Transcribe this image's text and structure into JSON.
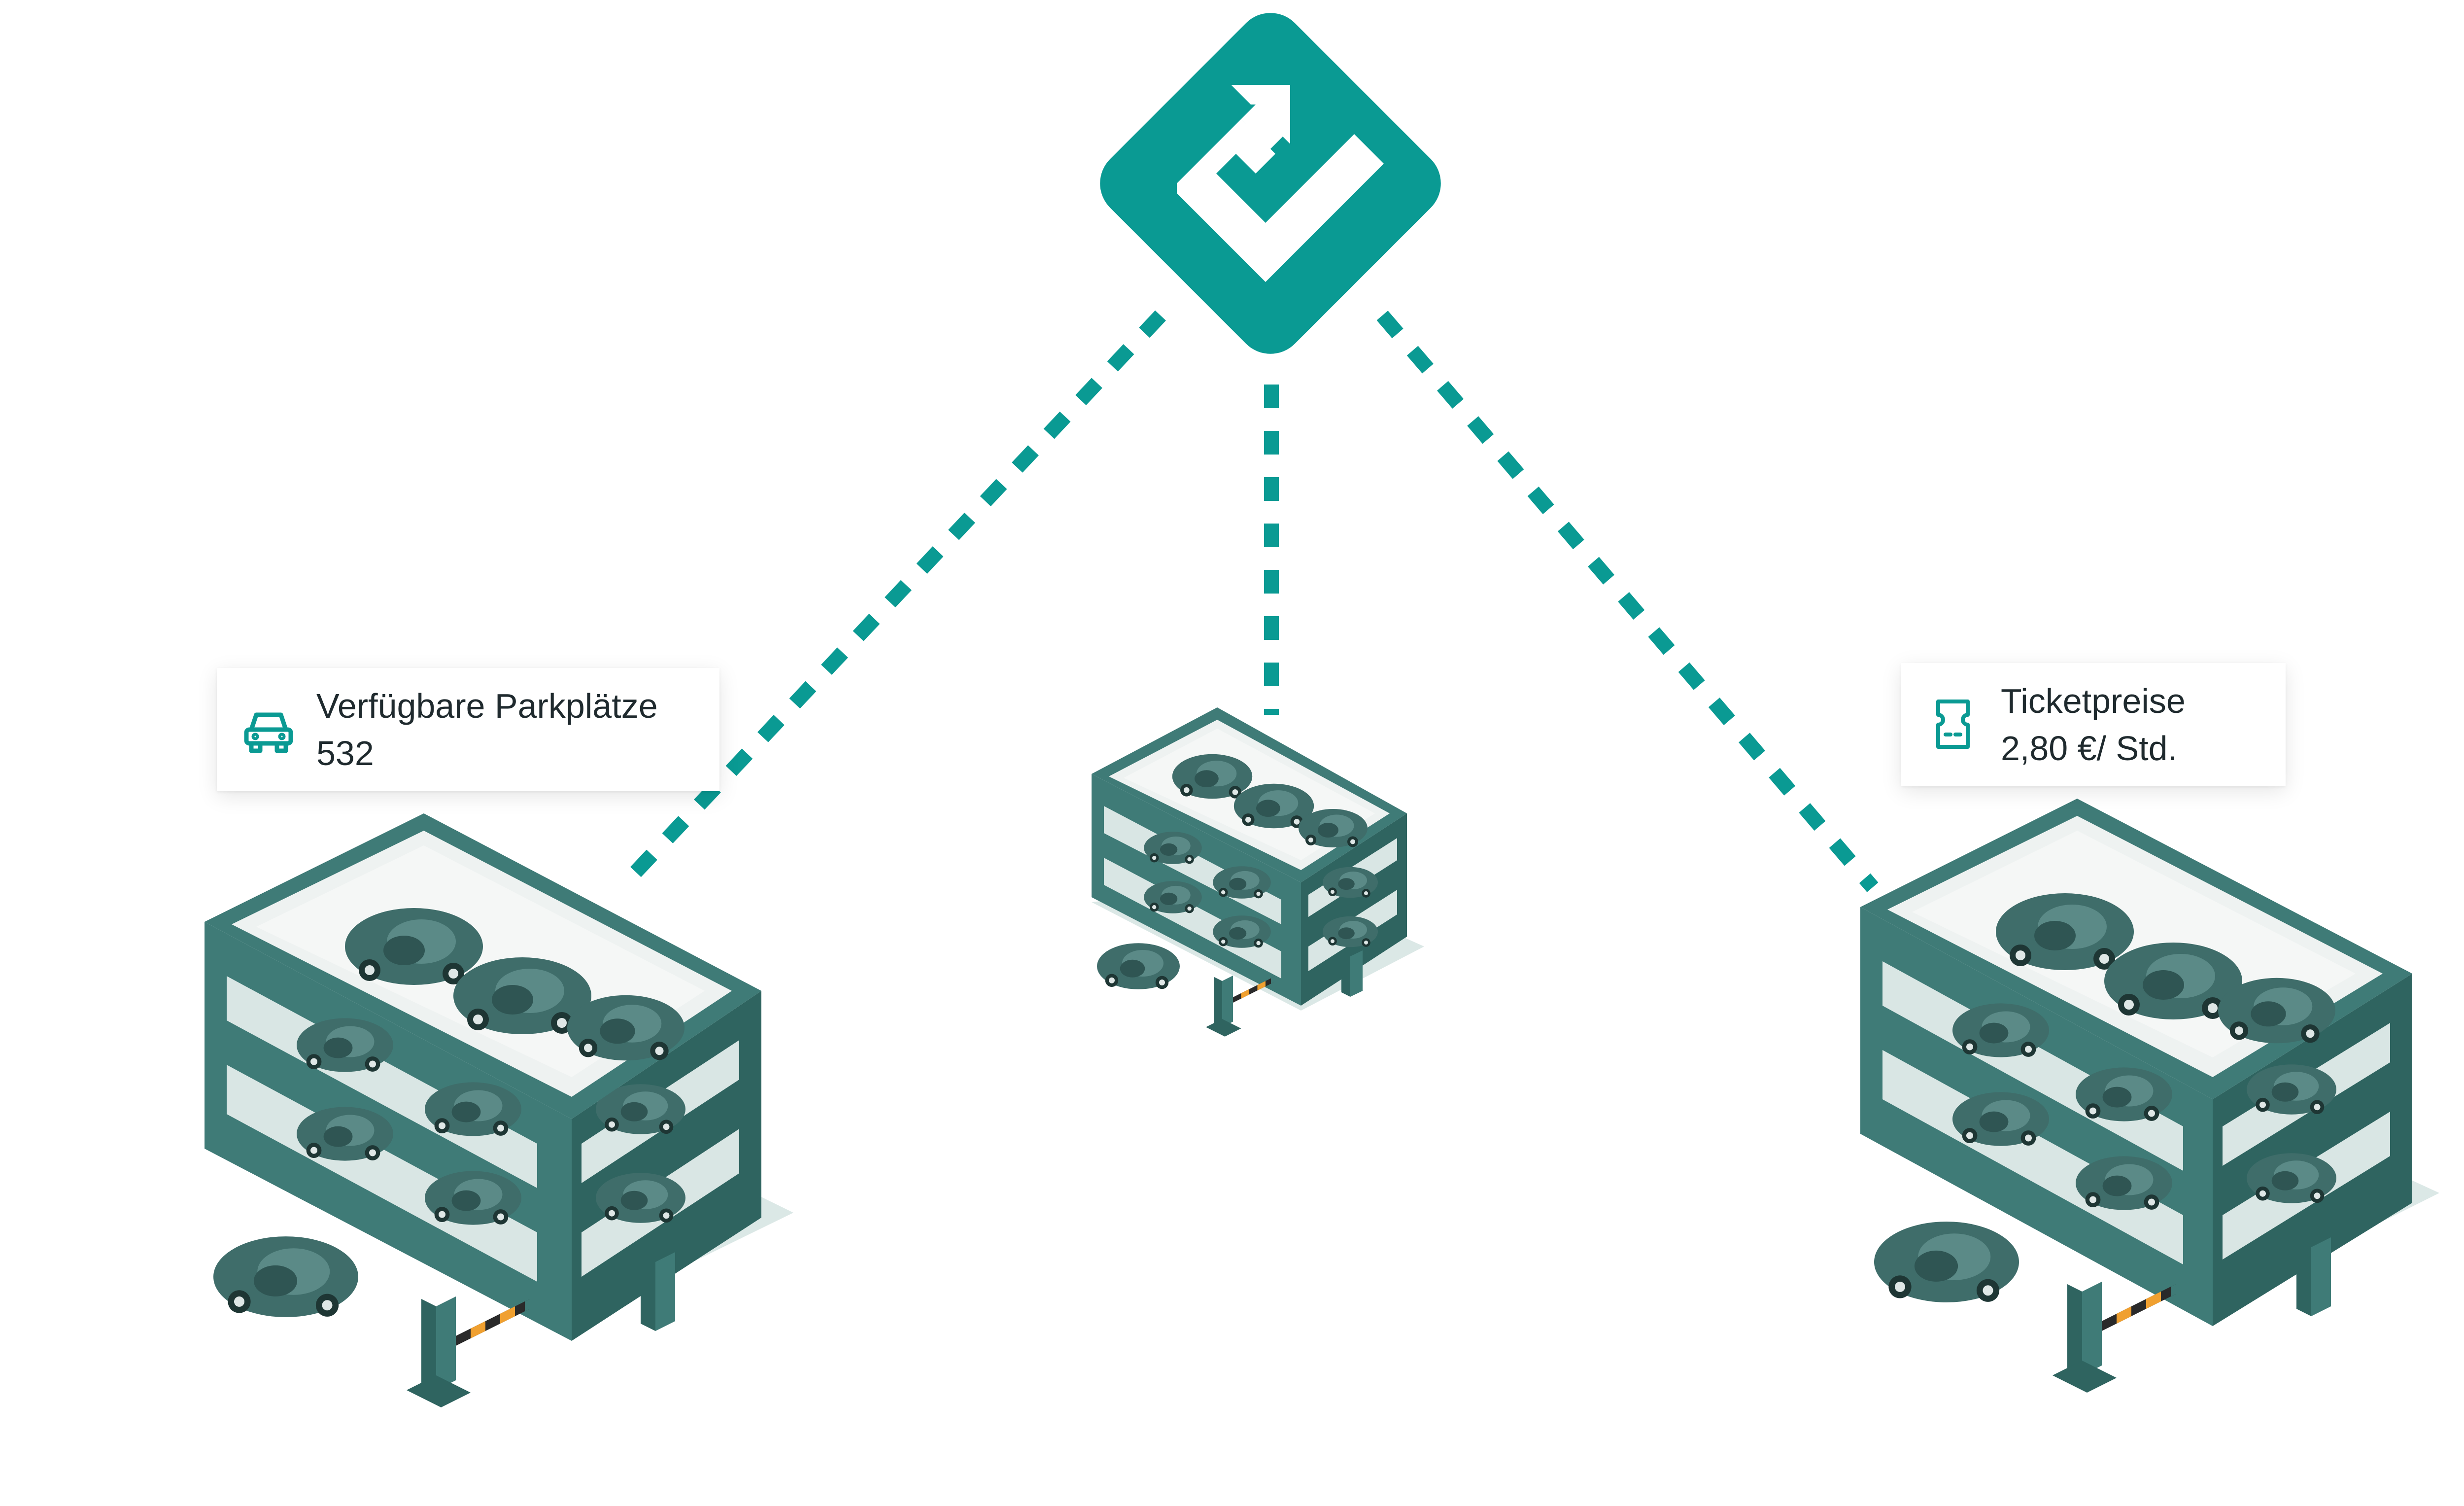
{
  "colors": {
    "accent": "#0a9a93",
    "building": "#3f7b77",
    "building_dark": "#2f6460",
    "roof": "#f2f4f3",
    "shadow": "#c5d9d6",
    "car": "#3f6d6a",
    "barrier_stripe": "#f0a030"
  },
  "hub": {
    "icon": "route-arrow-icon"
  },
  "card_parking": {
    "icon": "car-icon",
    "label": "Verfügbare Parkplätze",
    "value": "532"
  },
  "card_price": {
    "icon": "ticket-icon",
    "label": "Ticketpreise",
    "value": "2,80 €/ Std."
  }
}
